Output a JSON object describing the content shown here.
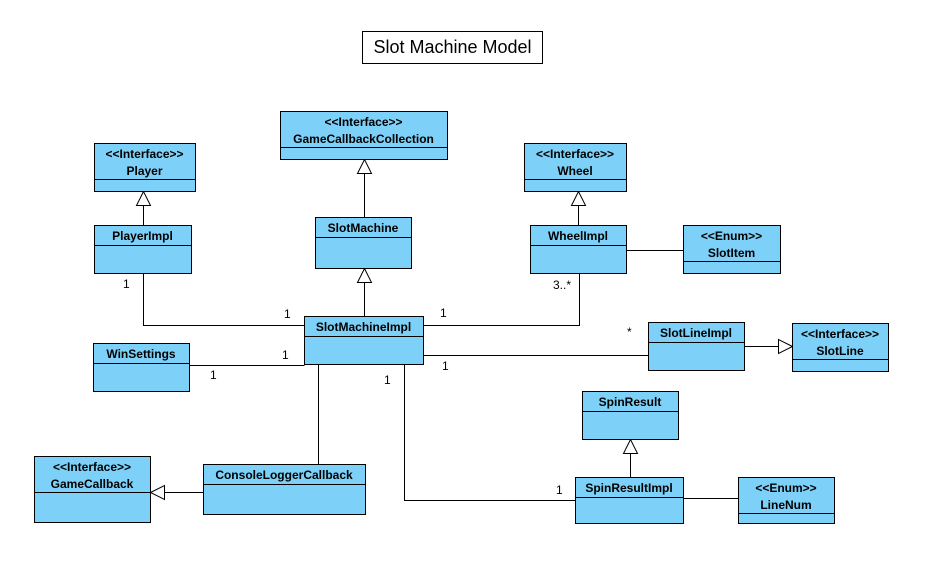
{
  "diagram": {
    "title": "Slot Machine Model",
    "fill_color": "#7DD0F7",
    "border_color": "#000000",
    "classes": [
      {
        "id": "gamecallbackcollection",
        "stereotype": "<<Interface>>",
        "name": "GameCallbackCollection"
      },
      {
        "id": "player",
        "stereotype": "<<Interface>>",
        "name": "Player"
      },
      {
        "id": "wheel",
        "stereotype": "<<Interface>>",
        "name": "Wheel"
      },
      {
        "id": "playerimpl",
        "stereotype": "",
        "name": "PlayerImpl"
      },
      {
        "id": "slotmachine",
        "stereotype": "",
        "name": "SlotMachine"
      },
      {
        "id": "wheelimpl",
        "stereotype": "",
        "name": "WheelImpl"
      },
      {
        "id": "slotitem",
        "stereotype": "<<Enum>>",
        "name": "SlotItem"
      },
      {
        "id": "slotmachineimpl",
        "stereotype": "",
        "name": "SlotMachineImpl"
      },
      {
        "id": "winsettings",
        "stereotype": "",
        "name": "WinSettings"
      },
      {
        "id": "slotlineimpl",
        "stereotype": "",
        "name": "SlotLineImpl"
      },
      {
        "id": "slotline",
        "stereotype": "<<Interface>>",
        "name": "SlotLine"
      },
      {
        "id": "spinresult",
        "stereotype": "",
        "name": "SpinResult"
      },
      {
        "id": "gamecallback",
        "stereotype": "<<Interface>>",
        "name": "GameCallback"
      },
      {
        "id": "consoleloggercallback",
        "stereotype": "",
        "name": "ConsoleLoggerCallback"
      },
      {
        "id": "spinresultimpl",
        "stereotype": "",
        "name": "SpinResultImpl"
      },
      {
        "id": "linenum",
        "stereotype": "<<Enum>>",
        "name": "LineNum"
      }
    ],
    "generalizations": [
      {
        "from": "playerimpl",
        "to": "player"
      },
      {
        "from": "slotmachine",
        "to": "gamecallbackcollection"
      },
      {
        "from": "wheelimpl",
        "to": "wheel"
      },
      {
        "from": "slotmachineimpl",
        "to": "slotmachine"
      },
      {
        "from": "slotlineimpl",
        "to": "slotline"
      },
      {
        "from": "spinresultimpl",
        "to": "spinresult"
      },
      {
        "from": "consoleloggercallback",
        "to": "gamecallback"
      }
    ],
    "associations": [
      {
        "id": "playerimpl-slotmachineimpl",
        "from": "playerimpl",
        "to": "slotmachineimpl",
        "from_mult": "1",
        "to_mult": "1"
      },
      {
        "id": "wheelimpl-slotmachineimpl",
        "from": "wheelimpl",
        "to": "slotmachineimpl",
        "from_mult": "3..*",
        "to_mult": "1"
      },
      {
        "id": "wheelimpl-slotitem",
        "from": "wheelimpl",
        "to": "slotitem",
        "from_mult": "",
        "to_mult": ""
      },
      {
        "id": "winsettings-slotmachineimpl",
        "from": "winsettings",
        "to": "slotmachineimpl",
        "from_mult": "1",
        "to_mult": "1"
      },
      {
        "id": "slotmachineimpl-slotlineimpl",
        "from": "slotmachineimpl",
        "to": "slotlineimpl",
        "from_mult": "1",
        "to_mult": "*"
      },
      {
        "id": "slotmachineimpl-spinresultimpl",
        "from": "slotmachineimpl",
        "to": "spinresultimpl",
        "from_mult": "1",
        "to_mult": "1"
      },
      {
        "id": "slotmachineimpl-consoleloggercallback",
        "from": "slotmachineimpl",
        "to": "consoleloggercallback",
        "from_mult": "",
        "to_mult": ""
      },
      {
        "id": "spinresultimpl-linenum",
        "from": "spinresultimpl",
        "to": "linenum",
        "from_mult": "",
        "to_mult": ""
      }
    ]
  }
}
